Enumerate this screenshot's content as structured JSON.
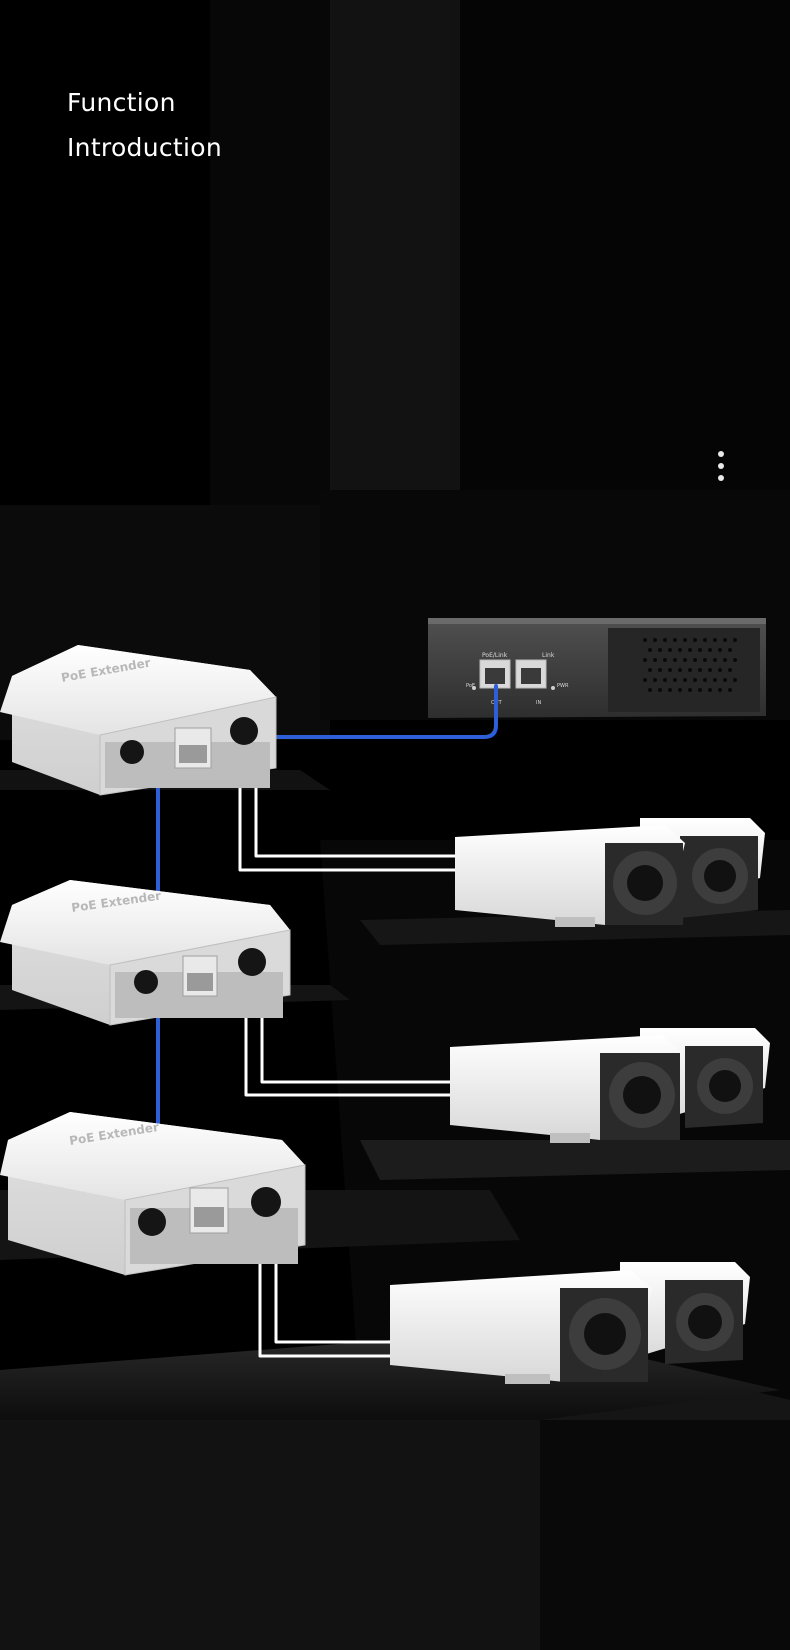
{
  "heading": {
    "line1": "Function",
    "line2": "Introduction"
  },
  "icons": {
    "more": "more-vertical-icon"
  },
  "products": {
    "extender_label": "PoE Extender",
    "switch_port_label_left": "PoE/Link",
    "switch_port_label_right": "Link",
    "switch_led_left": "PoE",
    "switch_led_right": "PWR",
    "switch_port_out": "OUT",
    "switch_port_in": "IN"
  },
  "colors": {
    "background": "#000000",
    "poe_cable": "#2f5fd6",
    "camera_cable": "#ffffff",
    "device_body": "#f2f2f2"
  }
}
